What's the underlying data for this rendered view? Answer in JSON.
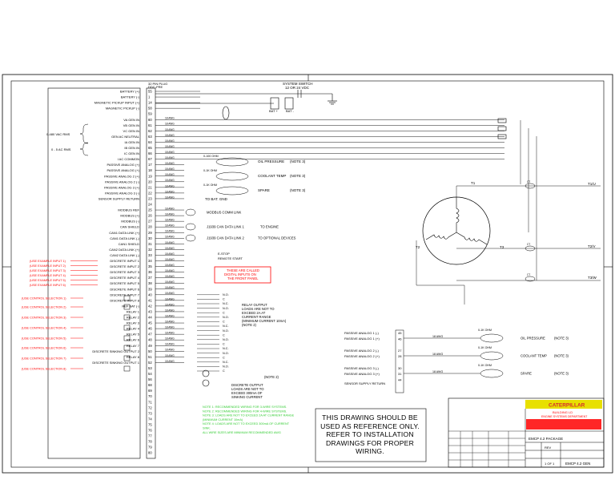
{
  "colors": {
    "ink": "#000000",
    "red_labels": "#ff0000",
    "green_notes": "#33cc33",
    "title_block_yellow": "#e8e000",
    "title_block_red": "#ff0000"
  },
  "connector": {
    "header_line1": "32 PIN PLUG",
    "header_line2": "DDC-PRE",
    "pin_labels": [
      "55",
      "1",
      "14",
      "58",
      "59",
      "60",
      "61",
      "62",
      "63",
      "64",
      "65",
      "66",
      "67",
      "17",
      "18",
      "19",
      "20",
      "21",
      "22",
      "23",
      "24",
      "25",
      "26",
      "27",
      "28",
      "29",
      "30",
      "31",
      "32",
      "33",
      "34",
      "35",
      "36",
      "37",
      "38",
      "39",
      "40",
      "41",
      "42",
      "43",
      "44",
      "45",
      "46",
      "47",
      "48",
      "49",
      "50",
      "51",
      "52",
      "53",
      "54",
      "56",
      "68",
      "69",
      "70",
      "71",
      "72",
      "73",
      "74",
      "75",
      "76",
      "77",
      "78",
      "79",
      "80"
    ],
    "inputs": [
      "BATTERY (+)",
      "BATTERY (-)",
      "MAGNETIC PICKUP INPUT (+)",
      "MAGNETIC PICKUP (-)",
      "VA GEN IN",
      "VB GEN IN",
      "VC GEN IN",
      "GEN AC NEUTRAL",
      "IA GEN IN",
      "IB GEN IN",
      "IC GEN IN",
      "I AC COMMON",
      "PASSIVE ANALOG (+)",
      "PASSIVE ANALOG (+)",
      "PASSIVE ANALOG 2 (+)",
      "PASSIVE ANALOG 2 (-)",
      "PASSIVE ANALOG 3 (+)",
      "PASSIVE ANALOG 3 (-)",
      "SENSOR SUPPLY RETURN",
      "MODBUS REF",
      "MODBUS (+)",
      "MODBUS (-)",
      "CAN SHIELD",
      "CAN1 DATA LINK (+)",
      "CAN1 DATA LINK (-)",
      "CAN1 SHIELD",
      "CAN2 DATA LINK (+)",
      "CAN2 DATA LINK (-)",
      "DISCRETE INPUT 1",
      "DISCRETE INPUT 2",
      "DISCRETE INPUT 3",
      "DISCRETE INPUT 4",
      "DISCRETE INPUT 5",
      "DISCRETE INPUT 6",
      "DISCRETE INPUT 7",
      "DISCRETE INPUT 8",
      "REF BAT (-)",
      "RELAY 1",
      "RELAY 2",
      "RELAY 3",
      "RELAY 4",
      "RELAY 5",
      "RELAY 6",
      "RELAY 7",
      "RELAY 8",
      "DISCRETE SINKING OUTPUT 1",
      "DISCRETE SINKING OUTPUT 2"
    ],
    "voltage_brace": "0-480 VAC RMS",
    "current_brace": "0 - 5 AC RMS"
  },
  "top_wiring": {
    "switch": "SYSTEM SWITCH\n12 OR 24 VDC",
    "bat_pos": "BAT +",
    "bat_neg": "BAT -"
  },
  "sensors_top": [
    {
      "range": "0-100 OHM",
      "label": "OIL PRESSURE",
      "note": "(NOTE 3)"
    },
    {
      "range": "0-1K OHM",
      "label": "COOLANT TEMP",
      "note": "(NOTE 3)"
    },
    {
      "range": "0-1K OHM",
      "label": "SPARE",
      "note": "(NOTE 3)"
    }
  ],
  "to_batt_gnd": "TO BAT. GND",
  "comm": {
    "modbus": "MODBUS COMM LINK",
    "j1939": "J1939 CAN DATA LINK 1",
    "j1939_to": "TO ENGINE",
    "j1939b": "J1939 CAN DATA LINK 2",
    "j1939b_to": "TO OPTIONAL DEVICES"
  },
  "estop": {
    "label1": "E-STOP",
    "label2": "REMOTE START"
  },
  "red_box": "THESE ARE CALLED\nDIGITAL INPUTS ON\nTHE FRONT PANEL",
  "red_inputs": [
    "(USE EXAMPLE INPUT 1)",
    "(USE EXAMPLE INPUT 2)",
    "(USE EXAMPLE INPUT 3)",
    "(USE EXAMPLE INPUT 4)",
    "(USE EXAMPLE INPUT 5)",
    "(USE EXAMPLE INPUT 6)"
  ],
  "red_relays": [
    "(USE CONTROL SELECTION 1)",
    "(USE CONTROL SELECTION 2)",
    "(USE CONTROL SELECTION 3)",
    "(USE CONTROL SELECTION 4)",
    "(USE CONTROL SELECTION 5)",
    "(USE CONTROL SELECTION 6)",
    "(USE CONTROL SELECTION 7)",
    "(USE CONTROL SELECTION 8)"
  ],
  "relay_output_note": "RELAY OUTPUT\nLOADS ARE NOT TO\nEXCEED 2A AT\nCURRENT RANGE\n(MINIMUM CURRENT 10mA)\n(NOTE 2)",
  "relay_contacts": [
    "N.O.",
    "C",
    "N.C.",
    "N.O.",
    "C",
    "N.O.",
    "C",
    "N.C.",
    "N.O.",
    "C",
    "N.O.",
    "C",
    "N.C.",
    "N.O.",
    "C",
    "N.C.",
    "N.O.",
    "C"
  ],
  "sinking_note": "DISCRETE OUTPUT\nLOADS ARE NOT TO\nEXCEED 300mA OF\nSINKING CURRENT",
  "sinking_tag": "(NOTE 2)",
  "green_notes": [
    "NOTE 1: RECOMMENDED WIRING FOR 3-WIRE SYSTEMS.",
    "NOTE 2: RECOMMENDED WIRING FOR 4-WIRE SYSTEMS.",
    "NOTE 3: LOADS ARE NOT TO EXCEED 2A AT CURRENT RANGE",
    "(MINIMUM CURRENT 10mA)",
    "NOTE 4: LOADS ARE NOT TO EXCEED 300mA OF CURRENT",
    "SINK.",
    "ALL WIRE SIZES ARE MINIMUM RECOMMENDED AWG"
  ],
  "generator": {
    "t1": "T1",
    "t2": "T2",
    "t3": "T3",
    "out1": "T1/U",
    "out2": "T2/V",
    "out3": "T3/W",
    "ct": "CT"
  },
  "lower_sensors": {
    "inputs": [
      "PASSIVE ANALOG 1 (-)",
      "PASSIVE ANALOG 1 (+)",
      "PASSIVE ANALOG 2 (-)",
      "PASSIVE ANALOG 2 (+)",
      "PASSIVE ANALOG 3 (-)",
      "PASSIVE ANALOG 3 (+)",
      "SENSOR SUPPLY RETURN"
    ],
    "pins": [
      "45",
      "46",
      "",
      "27",
      "28",
      "",
      "30",
      "31",
      "44"
    ],
    "wire": "18 AWG",
    "items": [
      {
        "range": "0-1K OHM",
        "label": "OIL PRESSURE",
        "note": "(NOTE 3)"
      },
      {
        "range": "0-1K OHM",
        "label": "COOLANT TEMP",
        "note": "(NOTE 3)"
      },
      {
        "range": "0-1K OHM",
        "label": "SPARE",
        "note": "(NOTE 3)"
      }
    ]
  },
  "reference_note": [
    "THIS DRAWING SHOULD BE",
    "USED AS REFERENCE ONLY.",
    "REFER TO INSTALLATION",
    "DRAWINGS FOR PROPER",
    "WIRING."
  ],
  "title_block": {
    "company": "CATERPILLAR",
    "line1": "BUILDING LD",
    "line2": "ENGINE SYSTEMS DEPARTMENT",
    "title": "EMCP 4.2 PACKAGE",
    "dwg": "EMCP 4.2 GEN",
    "rev": "REV",
    "sheet": "1 OF 1"
  },
  "wire_gauge": "18 AWG"
}
